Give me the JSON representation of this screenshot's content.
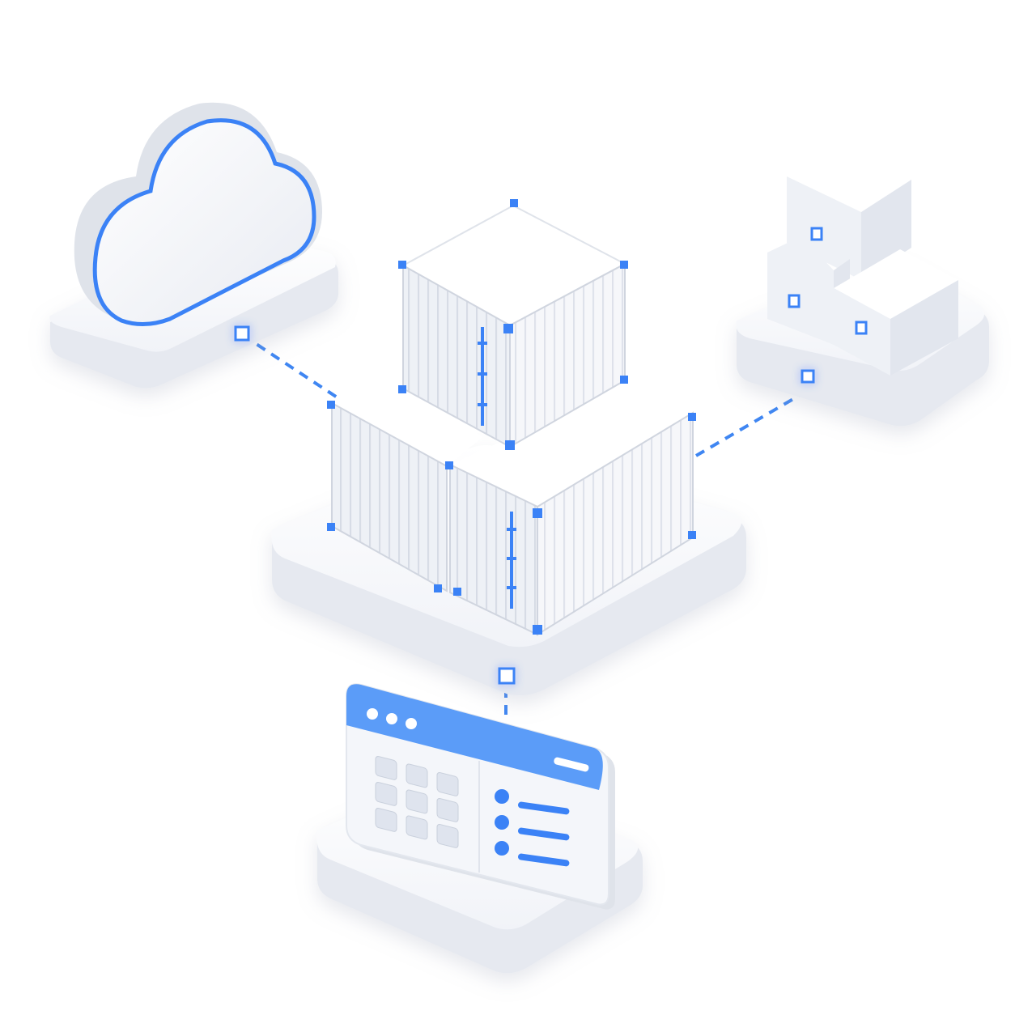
{
  "colors": {
    "accent": "#3b82f6",
    "accent_light": "#5b9cf8",
    "surface": "#ffffff",
    "surface_shade": "#eef0f5",
    "surface_dark": "#d9dde6",
    "line": "#3f86f2"
  },
  "nodes": [
    {
      "id": "cloud",
      "icon": "cloud-icon",
      "kind": "cloud-service"
    },
    {
      "id": "containers",
      "icon": "shipping-container-icon",
      "kind": "container-cluster",
      "container_count": 3
    },
    {
      "id": "blocks",
      "icon": "cube-stack-icon",
      "kind": "block-storage",
      "cube_count": 3
    },
    {
      "id": "dashboard",
      "icon": "browser-window-icon",
      "kind": "web-console",
      "window_dots": 3,
      "grid_tiles": 9,
      "list_rows": 3
    }
  ],
  "connections": [
    {
      "from": "cloud",
      "to": "containers",
      "style": "dashed"
    },
    {
      "from": "blocks",
      "to": "containers",
      "style": "dashed"
    },
    {
      "from": "containers",
      "to": "dashboard",
      "style": "dashed"
    }
  ]
}
